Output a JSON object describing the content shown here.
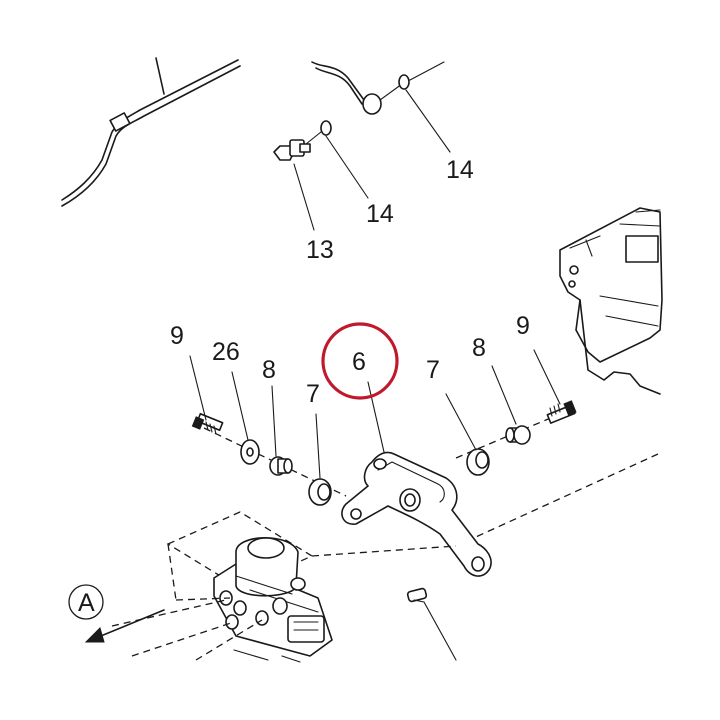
{
  "callouts": {
    "c9_left": "9",
    "c26": "26",
    "c8_left": "8",
    "c7_left": "7",
    "c6": "6",
    "c7_right": "7",
    "c8_right": "8",
    "c9_right": "9",
    "c13": "13",
    "c14_lower": "14",
    "c14_upper": "14"
  },
  "view_marker": "A",
  "highlight": {
    "callout": "6",
    "color": "#c0182c"
  }
}
